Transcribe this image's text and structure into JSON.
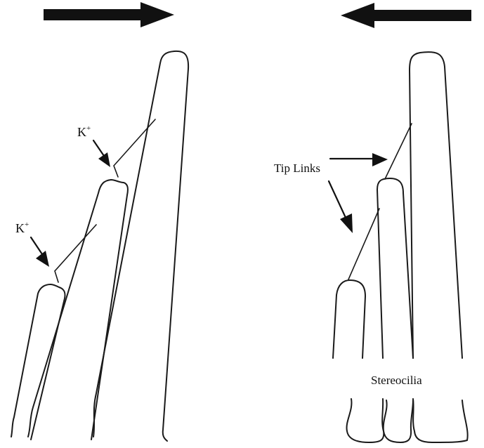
{
  "labels": {
    "k_left_upper": "K",
    "k_left_upper_sup": "+",
    "k_left_lower": "K",
    "k_left_lower_sup": "+",
    "tip_links": "Tip Links",
    "stereocilia": "Stereocilia"
  },
  "arrows": {
    "left_panel_direction": "right",
    "right_panel_direction": "left"
  },
  "colors": {
    "stroke": "#1a1a1a",
    "arrow": "#111111",
    "background": "#ffffff"
  }
}
